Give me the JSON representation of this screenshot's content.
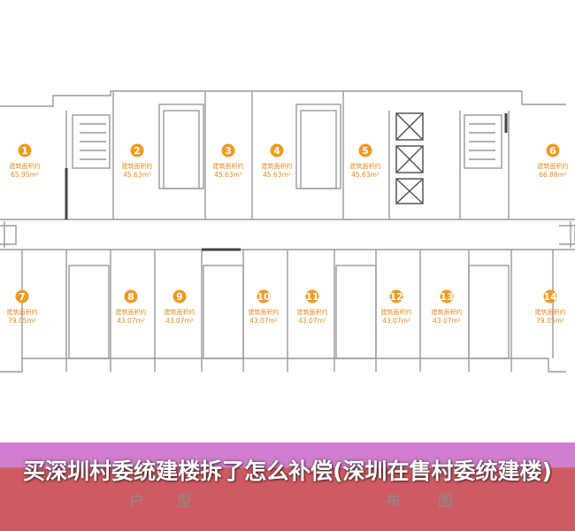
{
  "plan": {
    "area_label": "建筑面积约",
    "units": [
      {
        "num": "1",
        "area": "65.95m²"
      },
      {
        "num": "2",
        "area": "45.63m²"
      },
      {
        "num": "3",
        "area": "45.63m²"
      },
      {
        "num": "4",
        "area": "45.63m²"
      },
      {
        "num": "5",
        "area": "45.63m²"
      },
      {
        "num": "6",
        "area": "66.88m²"
      },
      {
        "num": "7",
        "area": "79.05m²"
      },
      {
        "num": "8",
        "area": "43.07m²"
      },
      {
        "num": "9",
        "area": "43.07m²"
      },
      {
        "num": "10",
        "area": "43.07m²"
      },
      {
        "num": "11",
        "area": "43.07m²"
      },
      {
        "num": "12",
        "area": "43.07m²"
      },
      {
        "num": "13",
        "area": "43.07m²"
      },
      {
        "num": "14",
        "area": "79.05m²"
      }
    ]
  },
  "caption": {
    "sub_chars": [
      "户",
      "型",
      "布",
      "图"
    ],
    "headline": "买深圳村委统建楼拆了怎么补偿(深圳在售村委统建楼)"
  },
  "colors": {
    "accent": "#f29a1f",
    "banner_top": "#d37bd6",
    "banner_bottom": "#cf5a63"
  }
}
